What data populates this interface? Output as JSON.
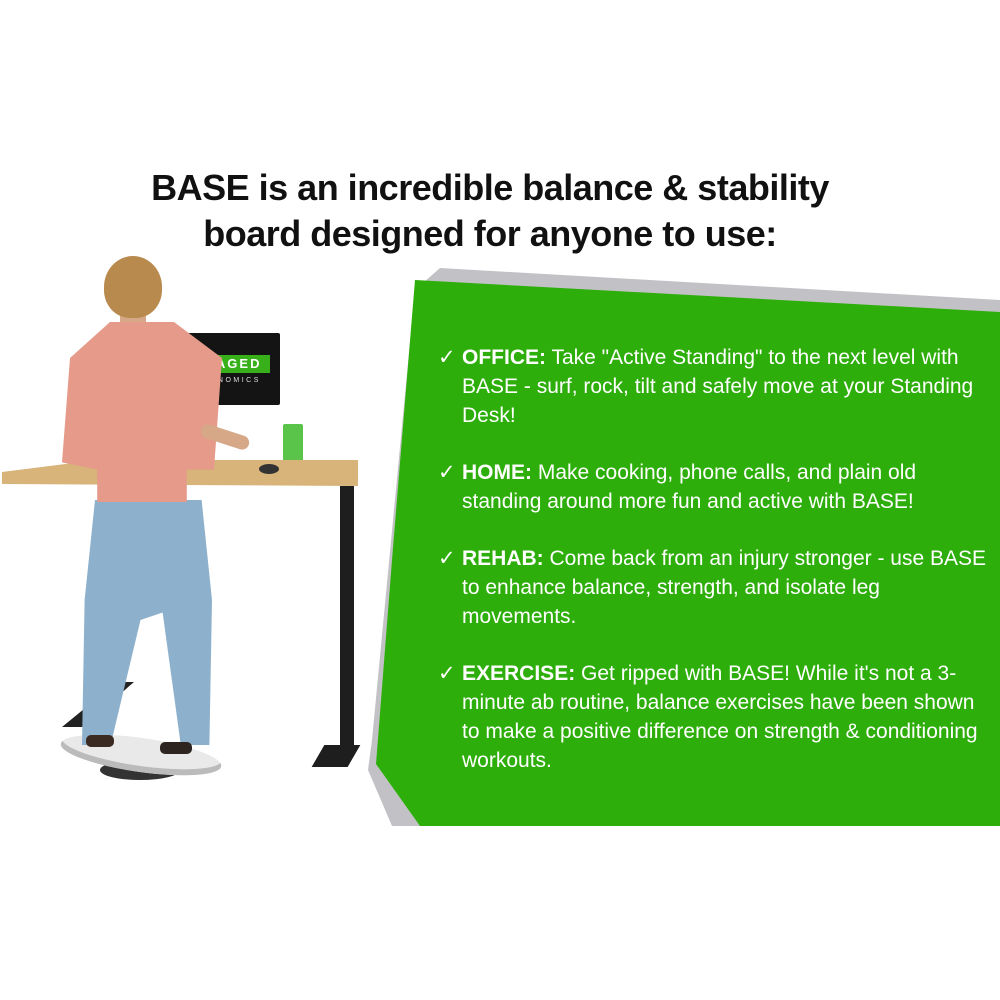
{
  "headline": {
    "line1": "BASE is an incredible balance & stability",
    "line2": "board designed for anyone to use:"
  },
  "photo": {
    "monitor_logo_main": "CAGED",
    "monitor_logo_prefix": "N",
    "monitor_logo_sub": "GONOMICS",
    "description": "Man standing on BASE balance board at a standing desk"
  },
  "features": [
    {
      "check": "✓",
      "label": "OFFICE:",
      "text": " Take \"Active Standing\" to the next level with BASE - surf, rock, tilt and safely move at your Standing Desk!"
    },
    {
      "check": "✓",
      "label": "HOME:",
      "text": " Make cooking, phone calls, and plain old standing around more fun and active with BASE!"
    },
    {
      "check": "✓",
      "label": "REHAB:",
      "text": " Come back from an injury stronger - use BASE to enhance balance, strength, and isolate leg movements."
    },
    {
      "check": "✓",
      "label": "EXERCISE:",
      "text": " Get ripped with BASE! While it's not a 3-minute ab routine, balance exercises have been shown to make a positive difference on strength & conditioning workouts."
    }
  ],
  "colors": {
    "panel_green": "#2eae0b",
    "panel_shadow": "#c2c2c6",
    "headline_text": "#111111",
    "panel_text": "#ffffff"
  }
}
